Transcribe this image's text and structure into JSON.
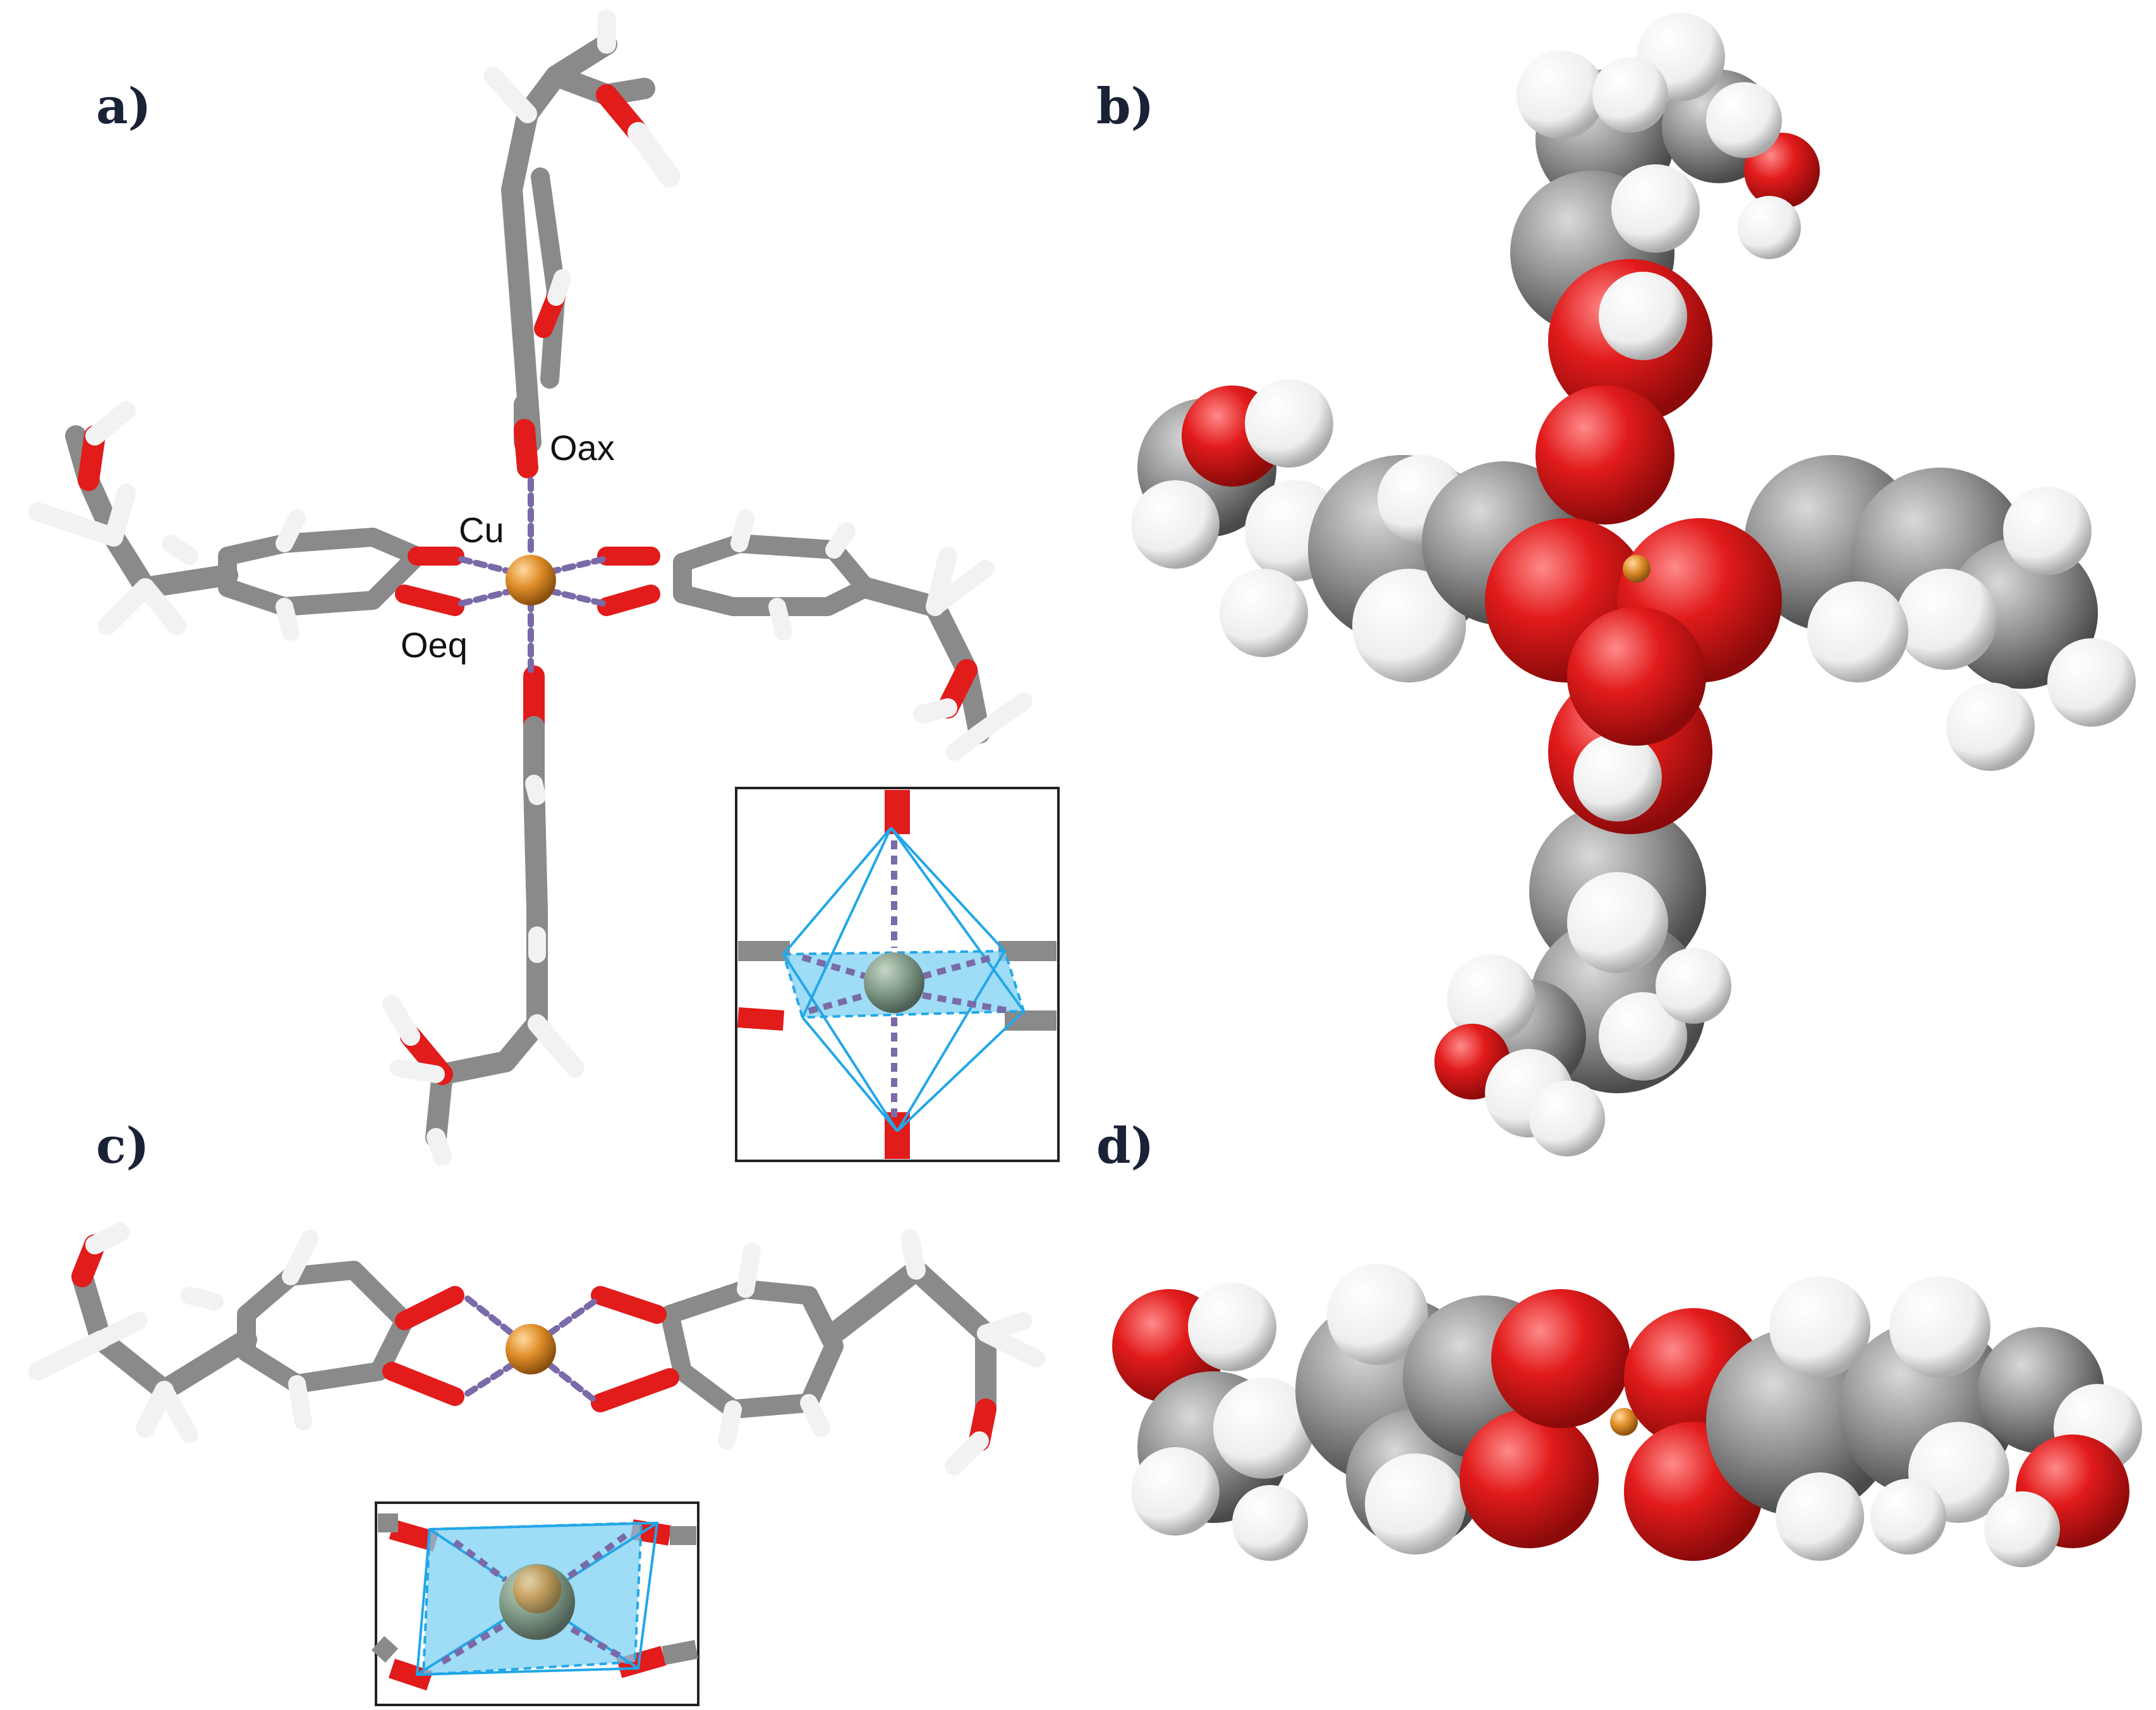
{
  "figure": {
    "panels": {
      "a": {
        "label": "a)"
      },
      "b": {
        "label": "b)"
      },
      "c": {
        "label": "c)"
      },
      "d": {
        "label": "d)"
      }
    },
    "atom_labels": {
      "cu": "Cu",
      "o_ax": "Oax",
      "o_eq": "Oeq"
    },
    "colors": {
      "carbon": "#8a8a8a",
      "oxygen": "#e21b1b",
      "hydrogen": "#f2f2f2",
      "copper": "#e08e2a",
      "metal_center_inset": "#7f9a86",
      "contact_dash": "#7a6aa8",
      "polyhedron_edge": "#22a7e8",
      "polyhedron_fill": "#7fd0f2"
    }
  }
}
